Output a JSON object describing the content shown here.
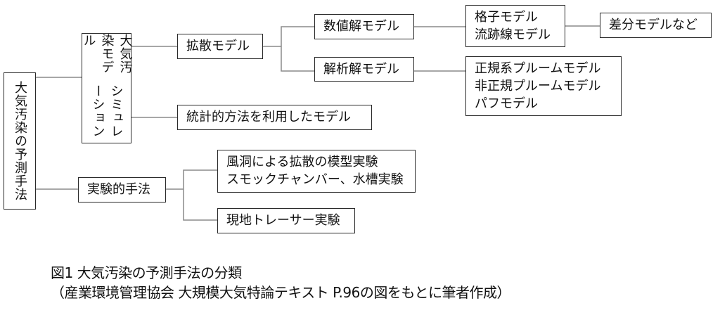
{
  "diagram": {
    "root": {
      "label": "大気汚染の予測手法"
    },
    "simulation": {
      "lines": [
        "大気汚染モデル",
        "シミュレーション"
      ]
    },
    "diffusion_model": {
      "label": "拡散モデル"
    },
    "statistical_model": {
      "label": "統計的方法を利用したモデル"
    },
    "numerical_model": {
      "label": "数値解モデル"
    },
    "analytical_model": {
      "label": "解析解モデル"
    },
    "grid_models": {
      "lines": [
        "格子モデル",
        "流跡線モデル"
      ]
    },
    "difference_models": {
      "label": "差分モデルなど"
    },
    "plume_models": {
      "lines": [
        "正規系プルームモデル",
        "非正規プルームモデル",
        "パフモデル"
      ]
    },
    "experimental": {
      "label": "実験的手法"
    },
    "wind_tunnel": {
      "lines": [
        "風洞による拡散の模型実験",
        "スモックチャンバー、水槽実験"
      ]
    },
    "field_tracer": {
      "label": "現地トレーサー実験"
    }
  },
  "caption": {
    "title": "図1 大気汚染の予測手法の分類",
    "source": "（産業環境管理協会 大規模大気特論テキスト P.96の図をもとに筆者作成）"
  }
}
